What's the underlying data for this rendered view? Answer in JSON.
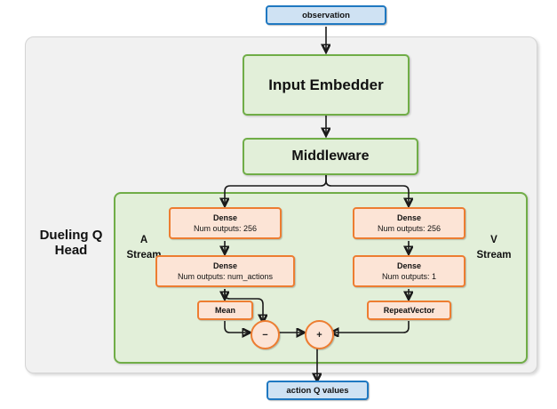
{
  "diagram": {
    "title_hidden": "",
    "input_node": {
      "label": "observation"
    },
    "output_node": {
      "label": "action Q values"
    },
    "outer_panel": {
      "name": "network-container"
    },
    "trunk": [
      {
        "id": "input-embedder",
        "label": "Input Embedder"
      },
      {
        "id": "middleware",
        "label": "Middleware"
      }
    ],
    "head": {
      "label": "Dueling Q Head",
      "streams": [
        {
          "side": "left",
          "label": "A\nStream",
          "label_line1": "A",
          "label_line2": "Stream"
        },
        {
          "side": "right",
          "label": "V\nStream",
          "label_line1": "V",
          "label_line2": "Stream"
        }
      ],
      "a_stream": {
        "dense1": {
          "title": "Dense",
          "subtitle": "Num outputs: 256"
        },
        "dense2": {
          "title": "Dense",
          "subtitle": "Num outputs: num_actions"
        },
        "mean": {
          "title": "Mean"
        }
      },
      "v_stream": {
        "dense1": {
          "title": "Dense",
          "subtitle": "Num outputs: 256"
        },
        "dense2": {
          "title": "Dense",
          "subtitle": "Num outputs: 1"
        },
        "repeat": {
          "title": "RepeatVector"
        }
      },
      "operators": [
        {
          "id": "subtract",
          "symbol": "−"
        },
        {
          "id": "add",
          "symbol": "+"
        }
      ]
    },
    "colors": {
      "io_fill": "#cfe2f3",
      "io_stroke": "#1f78c1",
      "green_fill": "#e2efd9",
      "green_stroke": "#70ad47",
      "orange_fill": "#fce4d6",
      "orange_stroke": "#ed7d31",
      "panel_fill": "#f1f1f1",
      "panel_stroke": "#d4d4d4",
      "edge": "#1a1a1a"
    }
  }
}
